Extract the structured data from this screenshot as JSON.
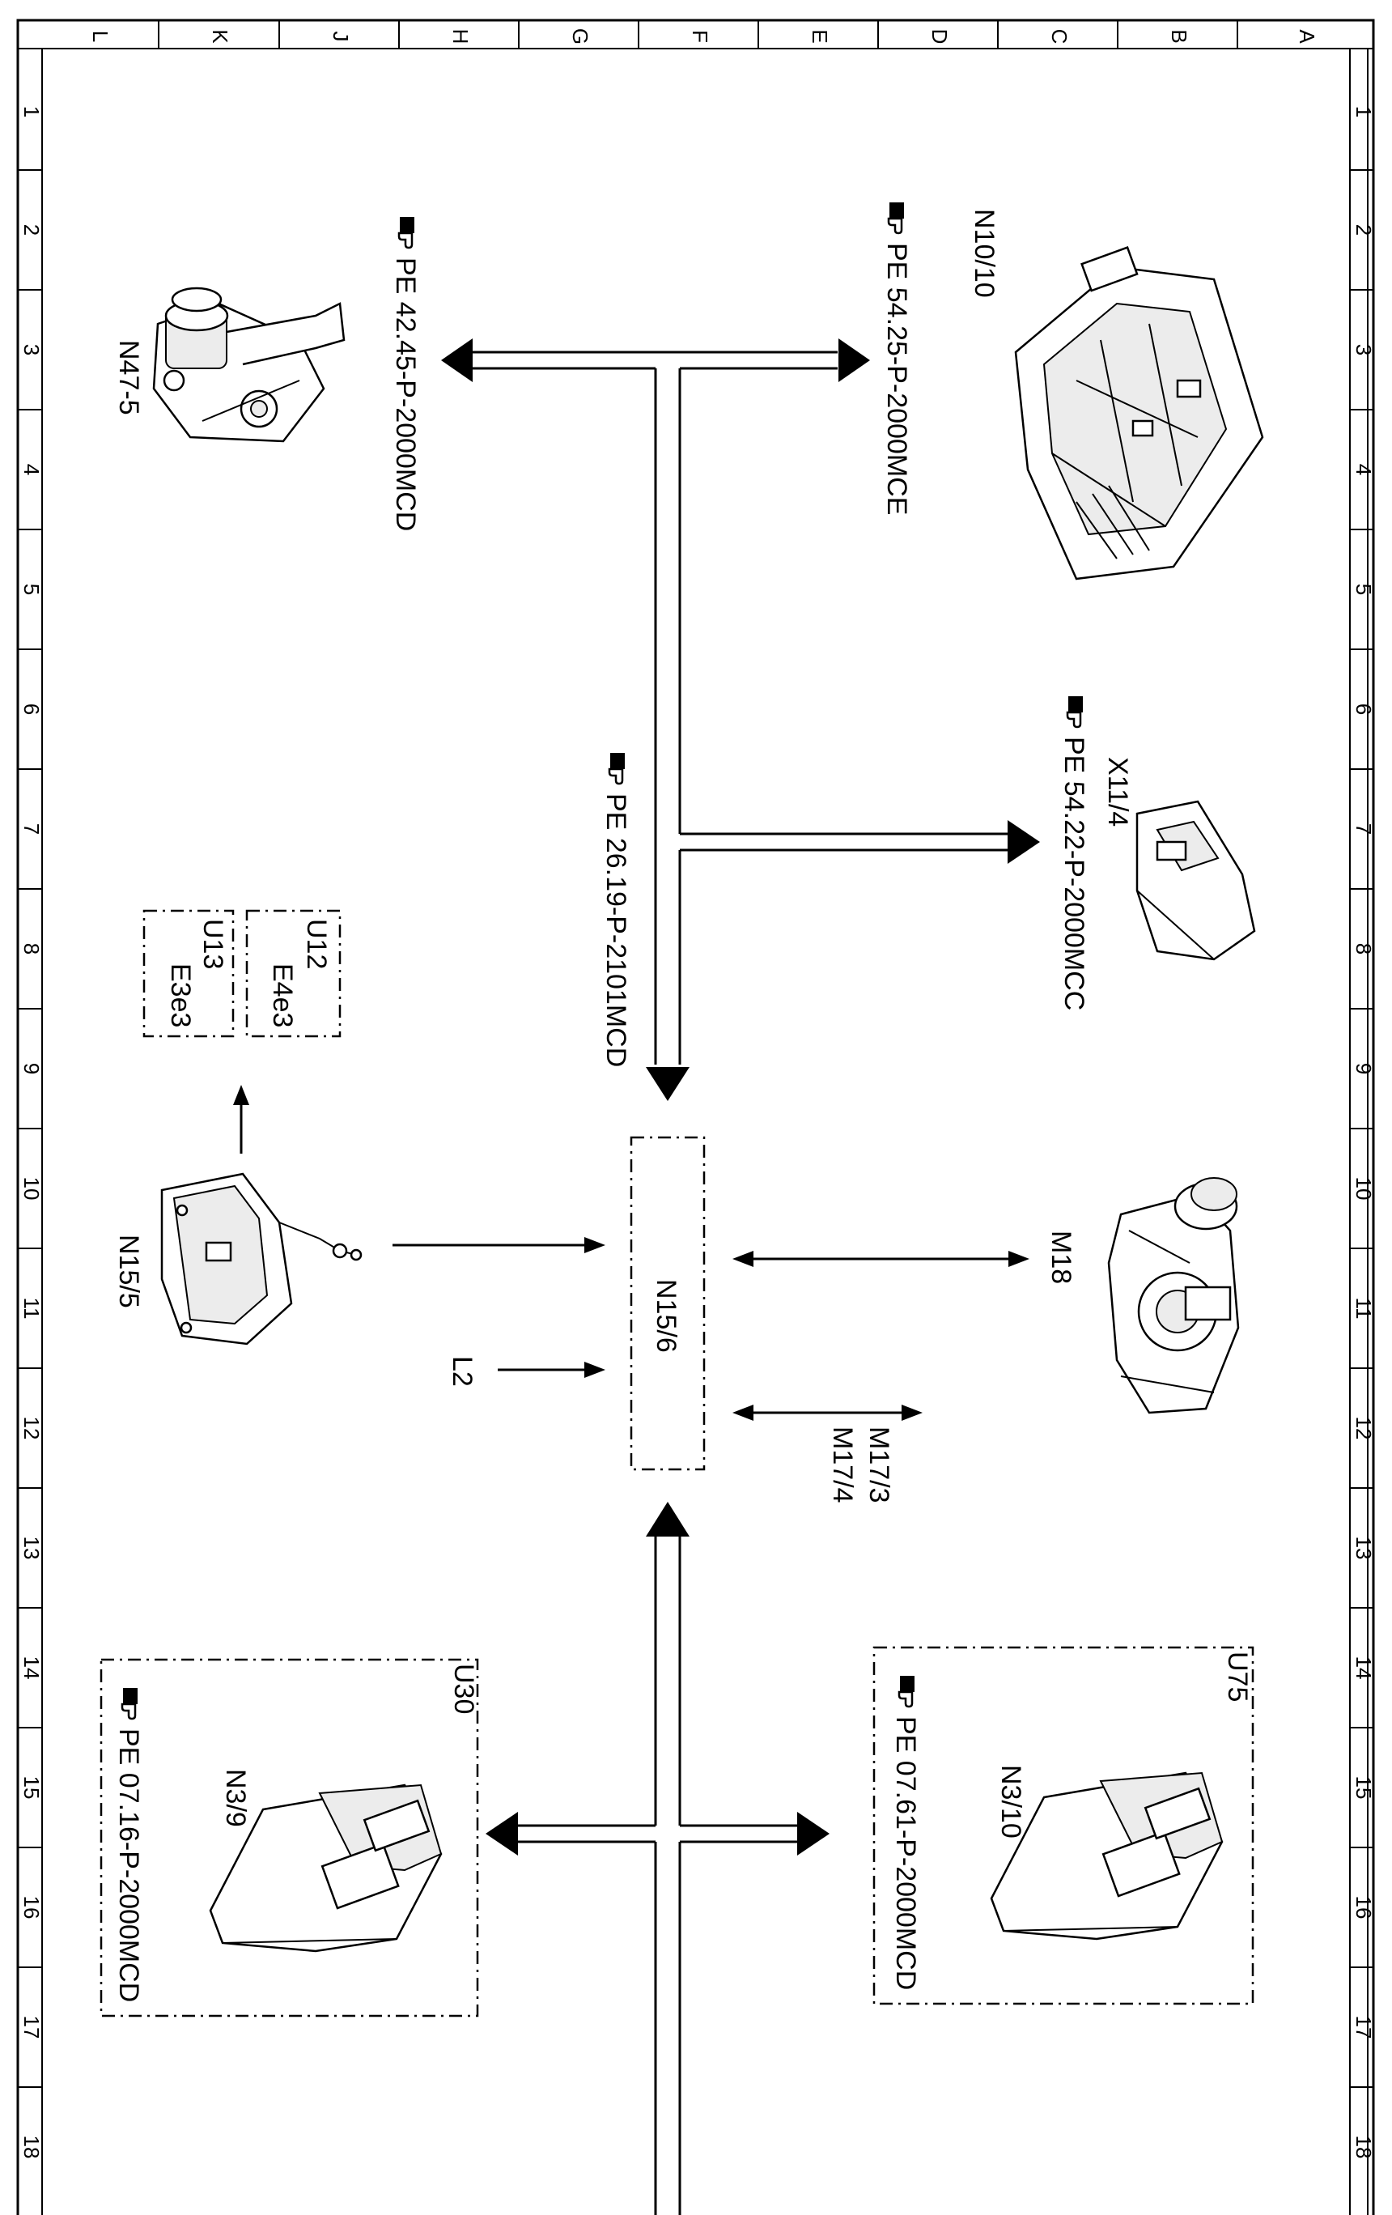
{
  "grid": {
    "columns": [
      "L",
      "K",
      "J",
      "H",
      "G",
      "F",
      "E",
      "D",
      "C",
      "B",
      "A"
    ],
    "rows": [
      "1",
      "2",
      "3",
      "4",
      "5",
      "6",
      "7",
      "8",
      "9",
      "10",
      "11",
      "12",
      "13",
      "14",
      "15",
      "16",
      "17",
      "18"
    ]
  },
  "components": {
    "n10_10": {
      "code": "N10/10",
      "ref": "PE 54.25-P-2000MCE"
    },
    "n47_5": {
      "code": "N47-5",
      "ref": "PE 42.45-P-2000MCD"
    },
    "x11_4": {
      "code": "X11/4",
      "ref": "PE 54.22-P-2000MCC"
    },
    "bus_main": {
      "ref": "PE 26.19-P-2101MCD"
    },
    "u12": {
      "code": "U12",
      "sub": "E4e3"
    },
    "u13": {
      "code": "U13",
      "sub": "E3e3"
    },
    "n15_6": {
      "code": "N15/6"
    },
    "n15_5": {
      "code": "N15/5"
    },
    "m18": {
      "code": "M18"
    },
    "l2": {
      "code": "L2"
    },
    "m17": {
      "code": "M17/3",
      "code2": "M17/4"
    },
    "u30": {
      "code": "U30",
      "inner": "N3/9",
      "ref": "PE 07.16-P-2000MCD"
    },
    "u75": {
      "code": "U75",
      "inner": "N3/10",
      "ref": "PE 07.61-P-2000MCD"
    }
  },
  "icons": [
    "pointing-hand-icon"
  ]
}
